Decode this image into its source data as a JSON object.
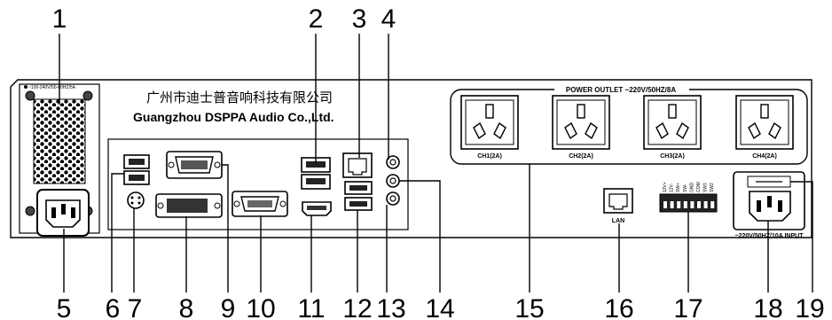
{
  "power_input_label": "~100-240V/50-60HZ/5A",
  "brand": {
    "chinese": "广州市迪士普音响科技有限公司",
    "english": "Guangzhou DSPPA Audio Co.,Ltd."
  },
  "power_outlet": {
    "title": "POWER OUTLET ~220V/50HZ/8A",
    "channels": [
      "CH1(2A)",
      "CH2(2A)",
      "CH3(2A)",
      "CH4(2A)"
    ]
  },
  "lan_label": "LAN",
  "input_220_label": "~220V/50HZ/10A INPUT",
  "terminal_labels": [
    "12V+",
    "12V-",
    "SW+",
    "SW-",
    "GND",
    "COM",
    "SW1",
    "SW2"
  ],
  "callouts": {
    "1": "1",
    "2": "2",
    "3": "3",
    "4": "4",
    "5": "5",
    "6": "6",
    "7": "7",
    "8": "8",
    "9": "9",
    "10": "10",
    "11": "11",
    "12": "12",
    "13": "13",
    "14": "14",
    "15": "15",
    "16": "16",
    "17": "17",
    "18": "18",
    "19": "19"
  }
}
